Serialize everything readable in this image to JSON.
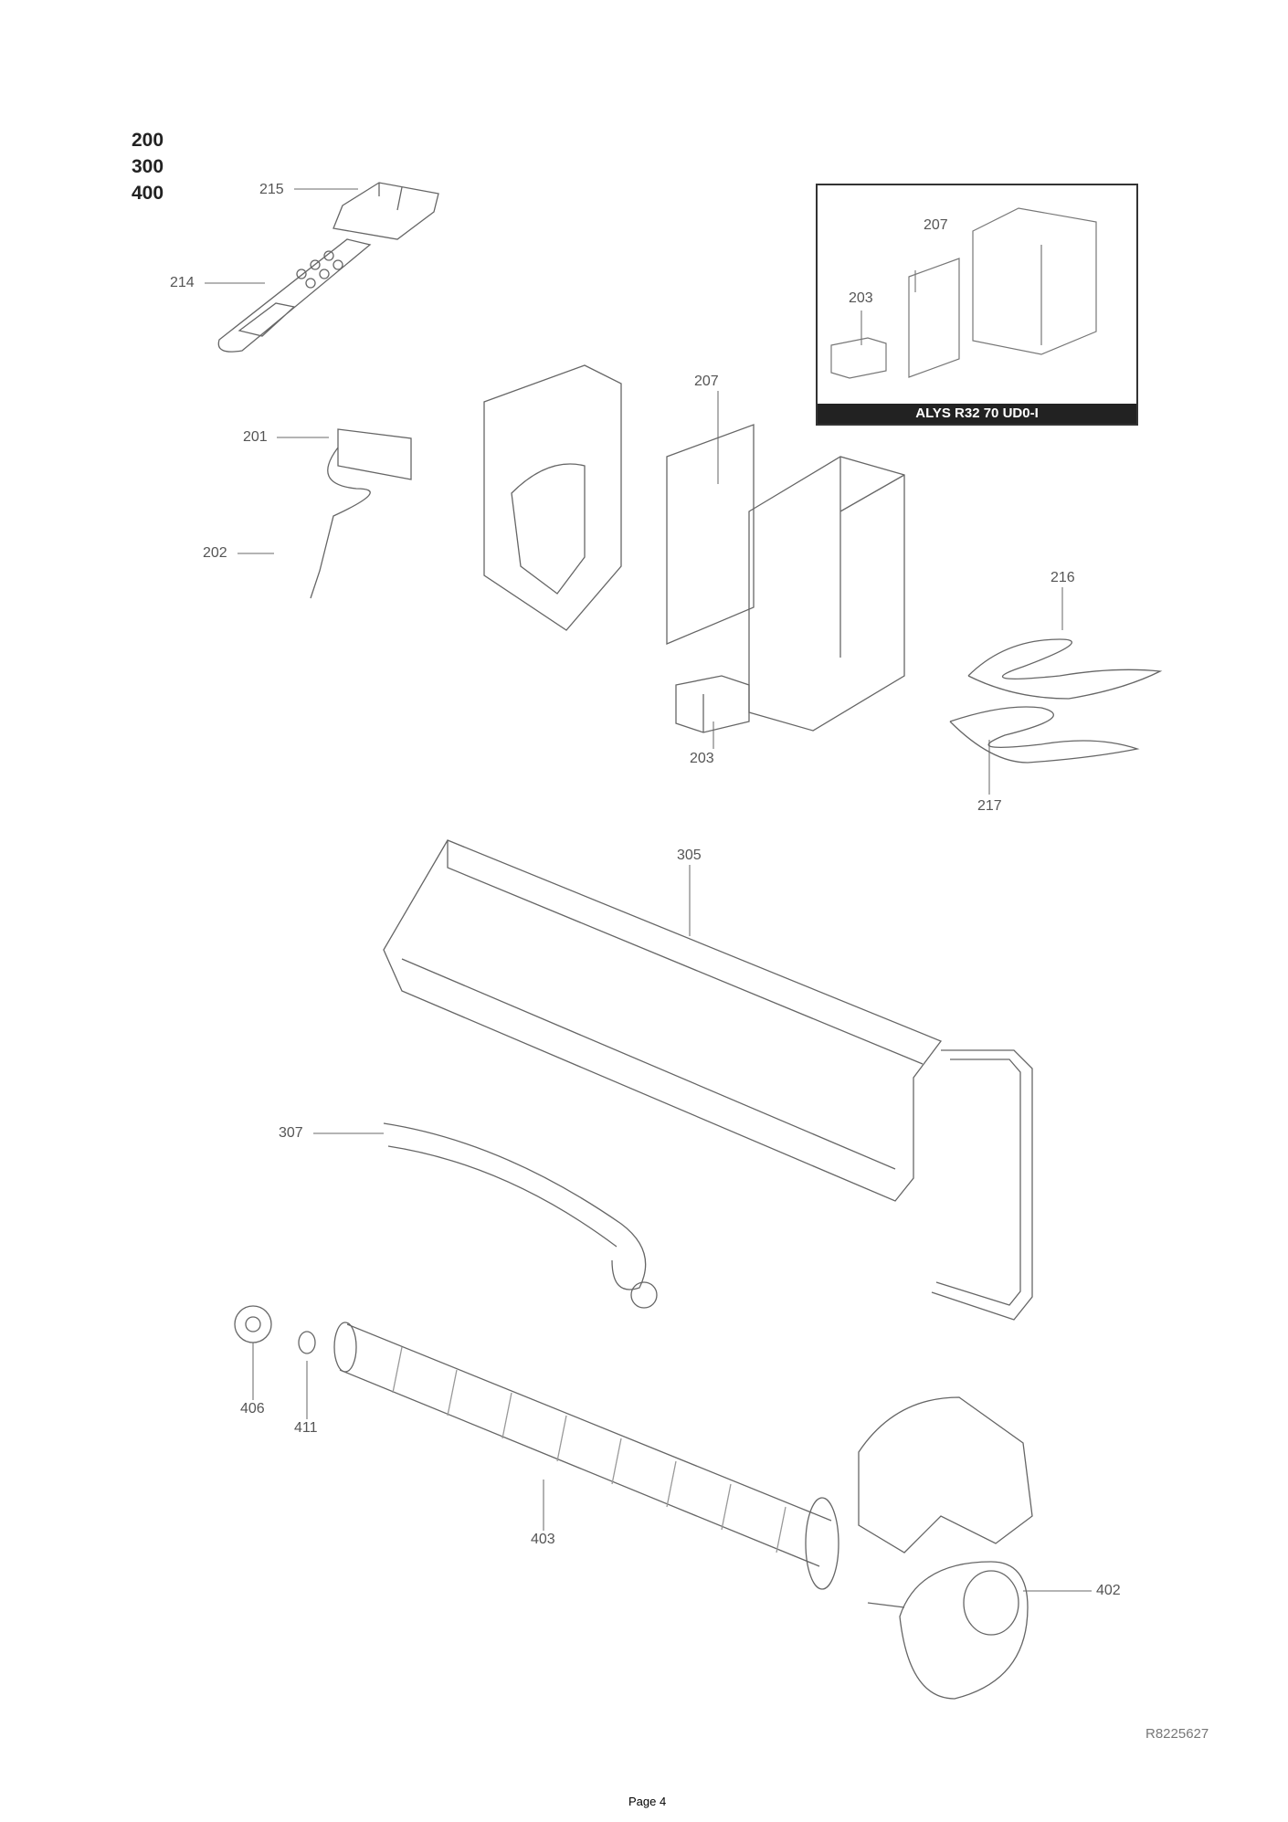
{
  "groups": [
    "200",
    "300",
    "400"
  ],
  "parts": {
    "p215": "215",
    "p214": "214",
    "p201": "201",
    "p202": "202",
    "p207": "207",
    "p203": "203",
    "p216": "216",
    "p217": "217",
    "p305": "305",
    "p307": "307",
    "p406": "406",
    "p411": "411",
    "p403": "403",
    "p402": "402"
  },
  "inset": {
    "p207": "207",
    "p203": "203",
    "caption": "ALYS R32 70 UD0-I"
  },
  "reference": "R8225627",
  "page": "Page 4"
}
